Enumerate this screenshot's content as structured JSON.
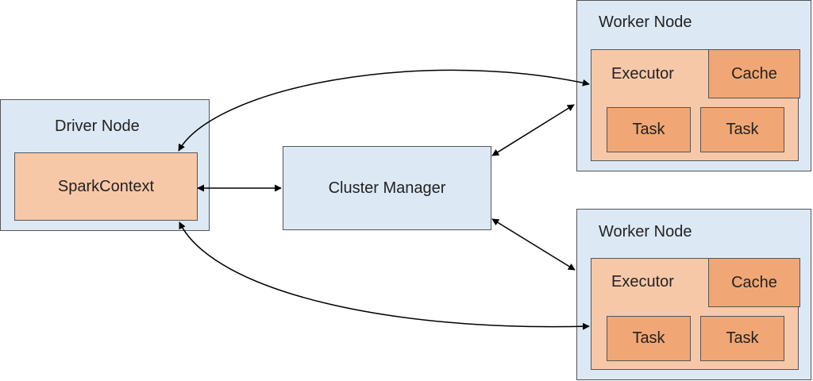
{
  "driver": {
    "title": "Driver Node",
    "context": "SparkContext"
  },
  "cluster_manager": {
    "label": "Cluster Manager"
  },
  "workers": [
    {
      "title": "Worker Node",
      "executor": "Executor",
      "cache": "Cache",
      "tasks": [
        "Task",
        "Task"
      ]
    },
    {
      "title": "Worker Node",
      "executor": "Executor",
      "cache": "Cache",
      "tasks": [
        "Task",
        "Task"
      ]
    }
  ]
}
